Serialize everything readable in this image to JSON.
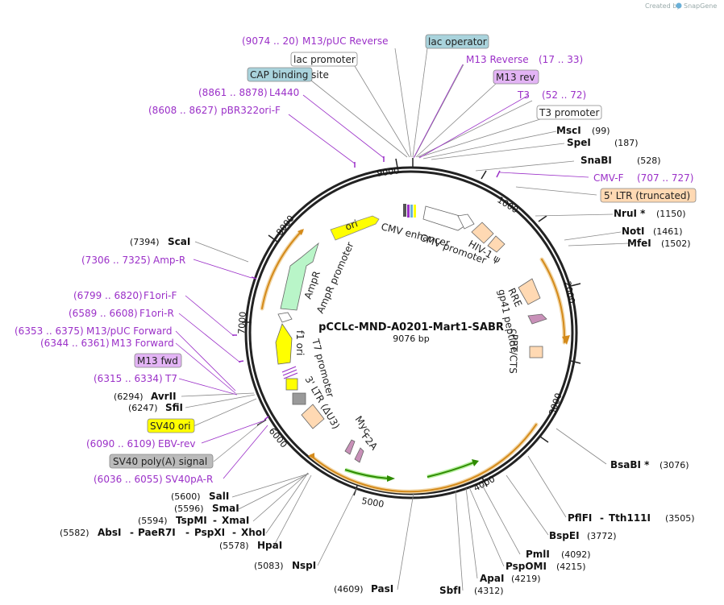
{
  "header": {
    "created_by": "Created by",
    "brand": "SnapGene"
  },
  "plasmid": {
    "name": "pCCLc-MND-A0201-Mart1-SABR",
    "length": "9076 bp"
  },
  "ticks": [
    "1000",
    "2000",
    "3000",
    "4000",
    "5000",
    "6000",
    "7000",
    "8000",
    "9000"
  ],
  "colors": {
    "primer": "#9b30c8",
    "ori": "#ffff00",
    "ampr": "#b9f5c8",
    "ltr": "#ffd9b3",
    "operator": "#a9d3dc",
    "m13rev": "#e3b4f5",
    "sv40polya": "#bbbbbb",
    "arrow_green": "#2e8b00",
    "peptide": "#c890b8",
    "orange": "#e8a040"
  },
  "sites": [
    {
      "name": "MscI",
      "pos": "(99)"
    },
    {
      "name": "SpeI",
      "pos": "(187)"
    },
    {
      "name": "SnaBI",
      "pos": "(528)"
    },
    {
      "name": "NruI *",
      "pos": "(1150)"
    },
    {
      "name": "NotI",
      "pos": "(1461)"
    },
    {
      "name": "MfeI",
      "pos": "(1502)"
    },
    {
      "name": "BsaBI *",
      "pos": "(3076)"
    },
    {
      "name": "PflFI",
      "sep": "-",
      "name2": "Tth111I",
      "pos": "(3505)"
    },
    {
      "name": "BspEI",
      "pos": "(3772)"
    },
    {
      "name": "PmlI",
      "pos": "(4092)"
    },
    {
      "name": "PspOMI",
      "pos": "(4215)"
    },
    {
      "name": "ApaI",
      "pos": "(4219)"
    },
    {
      "name": "SbfI",
      "pos": "(4312)"
    },
    {
      "name": "PasI",
      "pos": "(4609)"
    },
    {
      "name": "NspI",
      "pos": "(5083)"
    },
    {
      "name": "HpaI",
      "pos": "(5578)"
    },
    {
      "name": "SalI",
      "pos": "(5600)"
    },
    {
      "name": "SmaI",
      "pos": "(5596)"
    },
    {
      "name": "TspMI",
      "sep": "-",
      "name2": "XmaI",
      "pos": "(5594)"
    },
    {
      "name": "AbsI",
      "sep": "-",
      "name2": "PaeR7I",
      "sep2": "-",
      "name3": "PspXI",
      "sep3": "-",
      "name4": "XhoI",
      "pos": "(5582)"
    },
    {
      "name": "SfiI",
      "pos": "(6247)"
    },
    {
      "name": "AvrII",
      "pos": "(6294)"
    },
    {
      "name": "ScaI",
      "pos": "(7394)"
    }
  ],
  "primers": [
    {
      "range": "(9074 .. 20)",
      "name": "M13/pUC Reverse"
    },
    {
      "range": "(17 .. 33)",
      "name": "M13 Reverse"
    },
    {
      "range": "(52 .. 72)",
      "name": "T3"
    },
    {
      "range": "(8861 .. 8878)",
      "name": "L4440"
    },
    {
      "range": "(8608 .. 8627)",
      "name": "pBR322ori-F"
    },
    {
      "range": "(707 .. 727)",
      "name": "CMV-F"
    },
    {
      "range": "(7306 .. 7325)",
      "name": "Amp-R"
    },
    {
      "range": "(6799 .. 6820)",
      "name": "F1ori-F"
    },
    {
      "range": "(6589 .. 6608)",
      "name": "F1ori-R"
    },
    {
      "range": "(6353 .. 6375)",
      "name": "M13/pUC Forward"
    },
    {
      "range": "(6344 .. 6361)",
      "name": "M13 Forward"
    },
    {
      "range": "(6315 .. 6334)",
      "name": "T7"
    },
    {
      "range": "(6090 .. 6109)",
      "name": "EBV-rev"
    },
    {
      "range": "(6036 .. 6055)",
      "name": "SV40pA-R"
    }
  ],
  "boxed_features": {
    "lac_operator": "lac operator",
    "lac_promoter": "lac promoter",
    "cap_site": "CAP binding site",
    "m13_rev": "M13 rev",
    "t3_promoter": "T3 promoter",
    "ltr5": "5' LTR (truncated)",
    "m13_fwd": "M13 fwd",
    "sv40_ori": "SV40 ori",
    "sv40_polya": "SV40 poly(A) signal"
  },
  "inner_labels": {
    "ori": "ori",
    "cmv_enhancer": "CMV enhancer",
    "cmv_promoter": "CMV promoter",
    "hiv_psi": "HIV-1 ψ",
    "rre": "RRE",
    "gp41": "gp41 peptide",
    "cppt": "cPPT/CTS",
    "ampr": "AmpR",
    "ampr_promoter": "AmpR promoter",
    "f1_ori": "f1 ori",
    "t7_promoter": "T7 promoter",
    "ltr3": "3' LTR (ΔU3)",
    "myc": "Myc",
    "f2a": "F2A"
  }
}
